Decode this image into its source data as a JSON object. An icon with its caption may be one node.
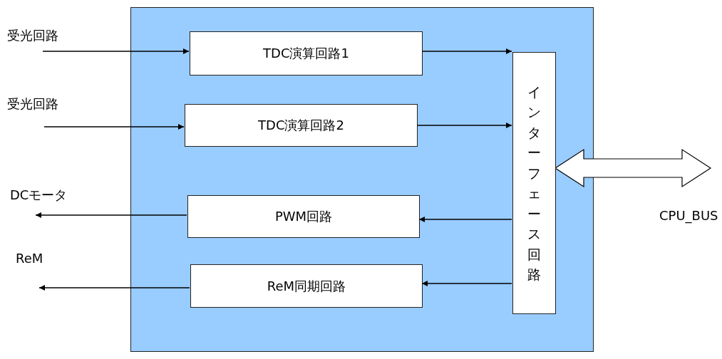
{
  "diagram": {
    "nodes": [
      {
        "text": [],
        "shape": "box"
      },
      {
        "text": [
          "TDC演算回路1"
        ],
        "in": 0
      },
      {
        "text": [
          "TDC演算回路2"
        ],
        "in": 0
      },
      {
        "text": [
          "PWM回路"
        ],
        "in": 0
      },
      {
        "text": [
          "ReM同期回路"
        ],
        "in": 0
      },
      {
        "text": [
          "インターフェース回路"
        ],
        "in": 0
      }
    ],
    "edges": [
      {
        "from": null,
        "to": 1,
        "arrow": "to"
      },
      {
        "from": null,
        "to": 2,
        "arrow": "to"
      },
      {
        "from": 3,
        "to": null,
        "arrow": "to"
      },
      {
        "from": 4,
        "to": null,
        "arrow": "to"
      },
      {
        "from": 1,
        "to": 5,
        "arrow": "to"
      },
      {
        "from": 2,
        "to": 5,
        "arrow": "to"
      },
      {
        "from": 5,
        "to": 3,
        "arrow": "to"
      },
      {
        "from": 5,
        "to": 4,
        "arrow": "to"
      },
      {
        "from": 5,
        "to": null,
        "arrow": "both",
        "style": "thick"
      }
    ],
    "labels": [
      "受光回路",
      "受光回路",
      "DCモータ",
      "ReM",
      "CPU_BUS"
    ]
  }
}
